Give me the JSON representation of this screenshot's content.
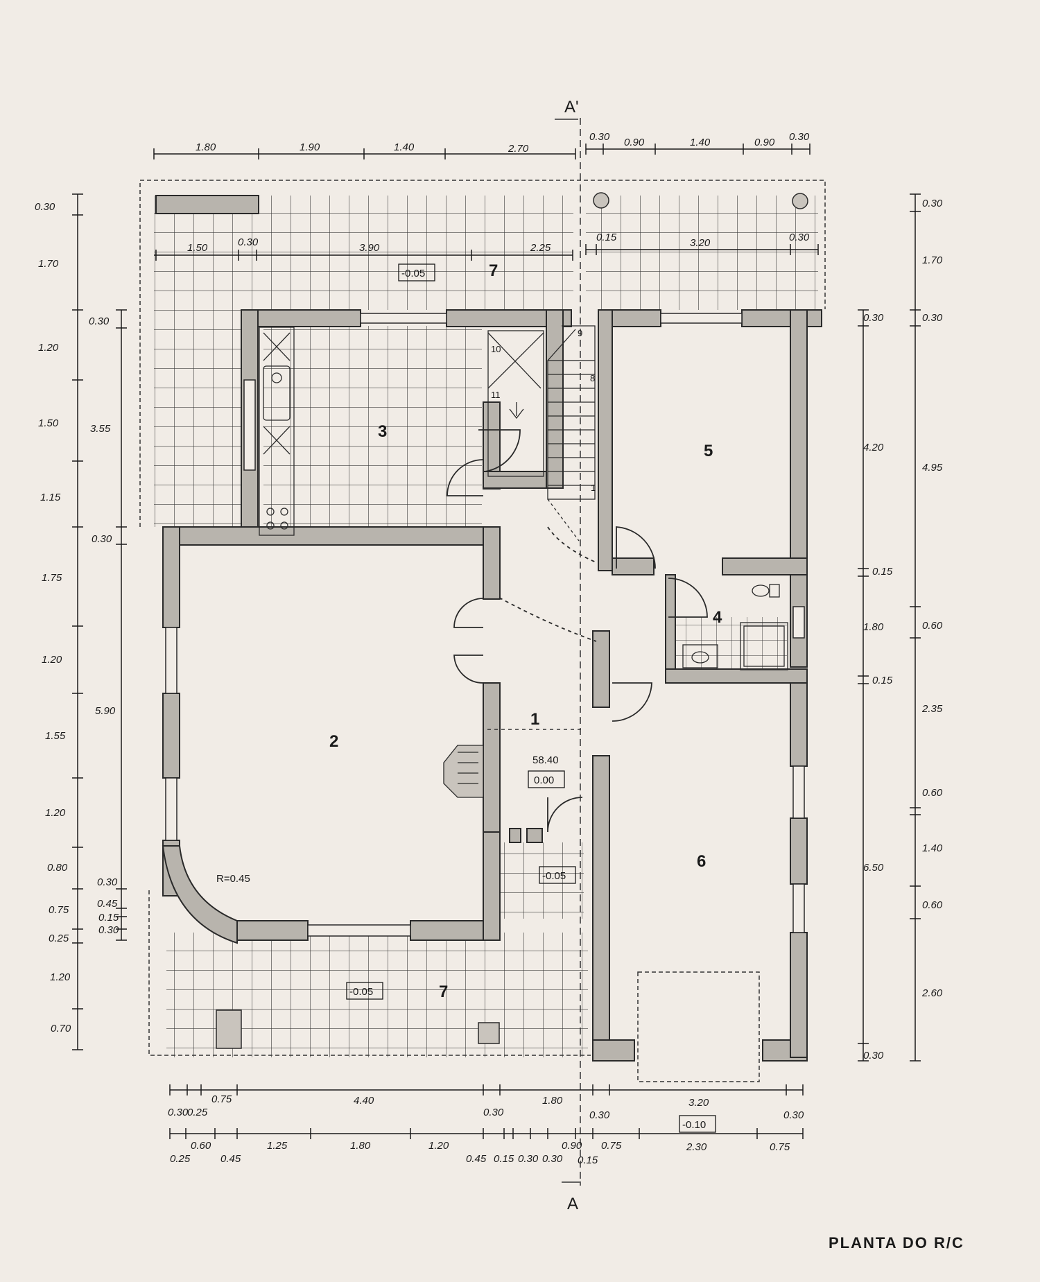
{
  "drawing": {
    "title": "PLANTA DO R/C",
    "section_marks": {
      "top": "A'",
      "bottom": "A"
    },
    "radius_note": "R=0.45",
    "area_label": "58.40"
  },
  "rooms": {
    "r1": "1",
    "r2": "2",
    "r3": "3",
    "r4": "4",
    "r5": "5",
    "r6": "6",
    "r7a": "7",
    "r7b": "7"
  },
  "levels": {
    "terrace_top": "-0.05",
    "hall": "0.00",
    "entry": "-0.05",
    "terrace_bottom": "-0.05",
    "garage_door": "-0.10"
  },
  "stairs": {
    "s1": "1",
    "s8": "8",
    "s9": "9",
    "s10": "10",
    "s11": "11"
  },
  "dims": {
    "top_left": [
      "1.80",
      "1.90",
      "1.40",
      "2.70"
    ],
    "top_right": [
      "0.30",
      "0.90",
      "1.40",
      "0.90",
      "0.30"
    ],
    "terrace_left": [
      "1.50",
      "0.30",
      "3.90",
      "2.25"
    ],
    "terrace_right": [
      "0.15",
      "3.20",
      "0.30"
    ],
    "left_outer": [
      "0.30",
      "1.70",
      "1.20",
      "1.50",
      "1.15",
      "1.75",
      "1.20",
      "1.55",
      "1.20",
      "0.80",
      "0.75",
      "0.25",
      "1.20",
      "0.70"
    ],
    "left_inner": [
      "0.30",
      "3.55",
      "0.30",
      "5.90",
      "0.30",
      "0.45",
      "0.15",
      "0.30"
    ],
    "right_inner": [
      "0.30",
      "4.20",
      "0.15",
      "1.80",
      "0.15",
      "6.50",
      "0.30"
    ],
    "right_outer": [
      "0.30",
      "1.70",
      "0.30",
      "4.95",
      "0.60",
      "2.35",
      "0.60",
      "1.40",
      "0.60",
      "2.60"
    ],
    "bottom_row1": [
      "0.30",
      "0.25",
      "0.75",
      "4.40",
      "0.30",
      "1.80",
      "0.30",
      "3.20",
      "0.30"
    ],
    "bottom_row2": [
      "0.25",
      "0.60",
      "0.45",
      "1.25",
      "1.80",
      "1.20",
      "0.45",
      "0.15",
      "0.30",
      "0.30",
      "0.90",
      "0.15",
      "0.75",
      "2.30",
      "0.75"
    ]
  }
}
